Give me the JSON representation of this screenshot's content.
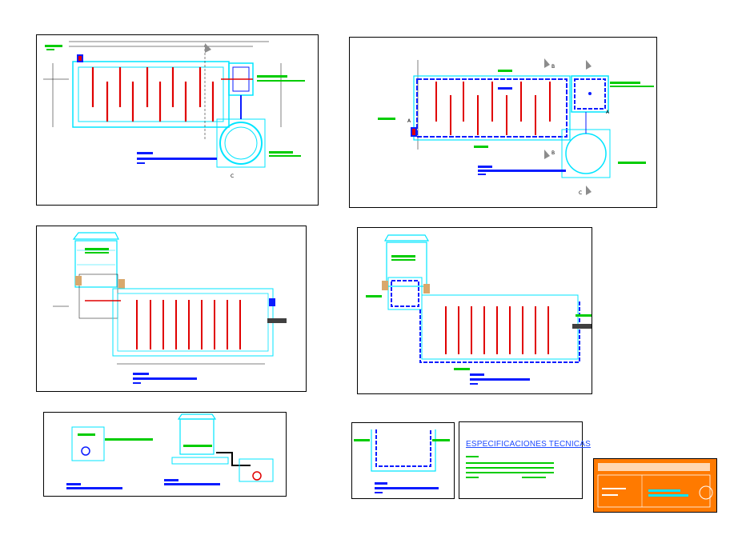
{
  "palette": {
    "cyan": "#00e5ff",
    "red": "#e00000",
    "blue": "#0a1cff",
    "green": "#00cc00",
    "black": "#000000",
    "gray": "#8c8c8c",
    "orange": "#ff7a00"
  },
  "markers": {
    "section_a": "A",
    "section_b": "B",
    "section_c": "C"
  },
  "spec_sheet": {
    "title": "ESPECIFICACIONES TECNICAS"
  },
  "title_block": {
    "color": "#ff7a00"
  }
}
